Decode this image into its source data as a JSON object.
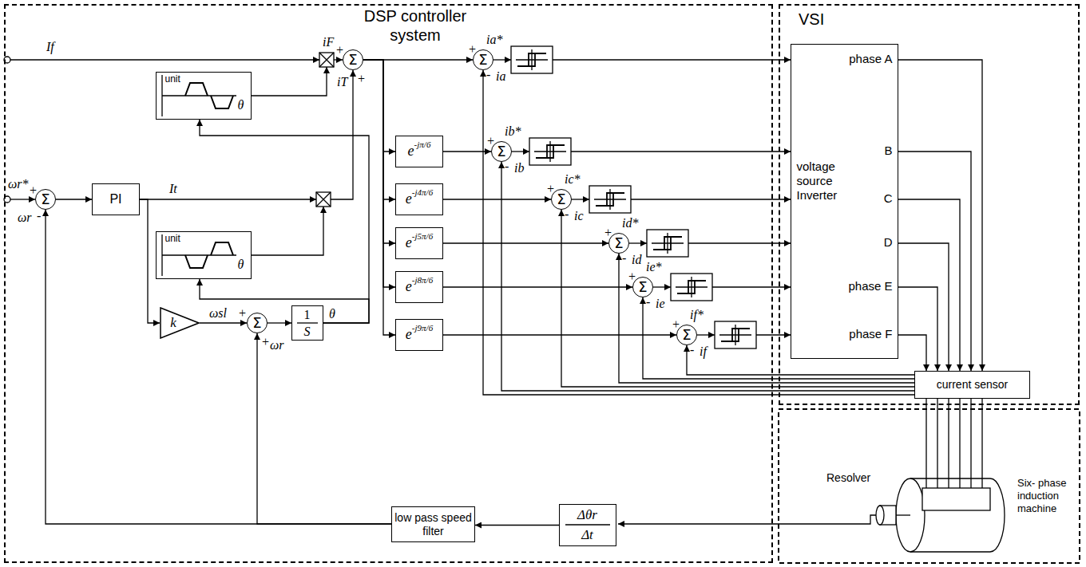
{
  "diagram": {
    "nodes": [
      {
        "text": [
          "DSP controller system"
        ]
      },
      {
        "text": [
          "unit",
          "θ"
        ],
        "in": 0
      },
      {
        "text": [
          "Σ"
        ],
        "in": 0
      },
      {
        "text": [
          "Σ"
        ],
        "in": 0
      },
      {
        "text": [
          "Σ"
        ],
        "in": 0
      },
      {
        "text": [
          "PI"
        ],
        "in": 0
      },
      {
        "text": [
          "e",
          "-jπ/6"
        ],
        "in": 0
      },
      {
        "text": [
          "e",
          "-j4π/6"
        ],
        "in": 0
      },
      {
        "text": [
          "e",
          "-j5π/6"
        ],
        "in": 0
      },
      {
        "text": [
          "e",
          "-j8π/6"
        ],
        "in": 0
      },
      {
        "text": [
          "e",
          "-j9π/6"
        ],
        "in": 0
      },
      {
        "text": [
          "Σ"
        ],
        "in": 0
      },
      {
        "text": [
          "Σ"
        ],
        "in": 0
      },
      {
        "text": [
          "Σ"
        ],
        "in": 0
      },
      {
        "text": [
          "Σ"
        ],
        "in": 0
      },
      {
        "text": [
          "Σ"
        ],
        "in": 0
      },
      {
        "text": [
          "unit",
          "θ"
        ],
        "in": 0
      },
      {
        "text": [
          "k"
        ],
        "in": 0
      },
      {
        "text": [
          "Σ"
        ],
        "in": 0
      },
      {
        "text": [
          "1",
          "S"
        ],
        "in": 0
      },
      {
        "text": [
          "low pass speed filter"
        ],
        "in": 0
      },
      {
        "text": [
          "Δθr",
          "Δt"
        ],
        "in": 0
      },
      {
        "text": [
          "VSI"
        ]
      },
      {
        "text": [
          "phase A",
          "B",
          "C",
          "D",
          "phase E",
          "phase F",
          "voltage source Inverter"
        ],
        "in": 22
      },
      {
        "text": [
          "current sensor"
        ],
        "in": 22
      }
    ],
    "edges": [
      {
        "from": 4,
        "to": 5,
        "arrow": "to"
      },
      {
        "from": 5,
        "to": 17,
        "arrow": "to"
      },
      {
        "from": 17,
        "to": 18,
        "arrow": "to"
      },
      {
        "from": 18,
        "to": 19,
        "arrow": "to"
      },
      {
        "from": 19,
        "to": 1,
        "arrow": "to"
      },
      {
        "from": 19,
        "to": 16,
        "arrow": "to"
      },
      {
        "from": 2,
        "to": 3,
        "arrow": "to"
      },
      {
        "from": 2,
        "to": 6,
        "arrow": "to"
      },
      {
        "from": 2,
        "to": 7,
        "arrow": "to"
      },
      {
        "from": 2,
        "to": 8,
        "arrow": "to"
      },
      {
        "from": 2,
        "to": 9,
        "arrow": "to"
      },
      {
        "from": 2,
        "to": 10,
        "arrow": "to"
      },
      {
        "from": 6,
        "to": 11,
        "arrow": "to"
      },
      {
        "from": 7,
        "to": 12,
        "arrow": "to"
      },
      {
        "from": 8,
        "to": 13,
        "arrow": "to"
      },
      {
        "from": 9,
        "to": 14,
        "arrow": "to"
      },
      {
        "from": 10,
        "to": 15,
        "arrow": "to"
      },
      {
        "from": 24,
        "to": 3,
        "arrow": "to"
      },
      {
        "from": 24,
        "to": 11,
        "arrow": "to"
      },
      {
        "from": 24,
        "to": 12,
        "arrow": "to"
      },
      {
        "from": 24,
        "to": 13,
        "arrow": "to"
      },
      {
        "from": 24,
        "to": 14,
        "arrow": "to"
      },
      {
        "from": 24,
        "to": 15,
        "arrow": "to"
      },
      {
        "from": 21,
        "to": 20,
        "arrow": "to"
      },
      {
        "from": 20,
        "to": 4,
        "arrow": "to"
      },
      {
        "from": 20,
        "to": 18,
        "arrow": "to"
      }
    ],
    "labels": [
      "If",
      "iF",
      "+",
      "+",
      "iT",
      "ia*",
      "+",
      "ia",
      "-",
      "ωr*",
      "+",
      "-",
      "ωr",
      "It",
      "ib*",
      "+",
      "ib",
      "-",
      "ic*",
      "+",
      "ic",
      "-",
      "ωsl",
      "+",
      "+",
      "ωr",
      "θ",
      "id*",
      "+",
      "id",
      "-",
      "ie*",
      "+",
      "ie",
      "-",
      "if*",
      "+",
      "if",
      "-",
      "Resolver",
      "Six- phase induction machine"
    ]
  }
}
